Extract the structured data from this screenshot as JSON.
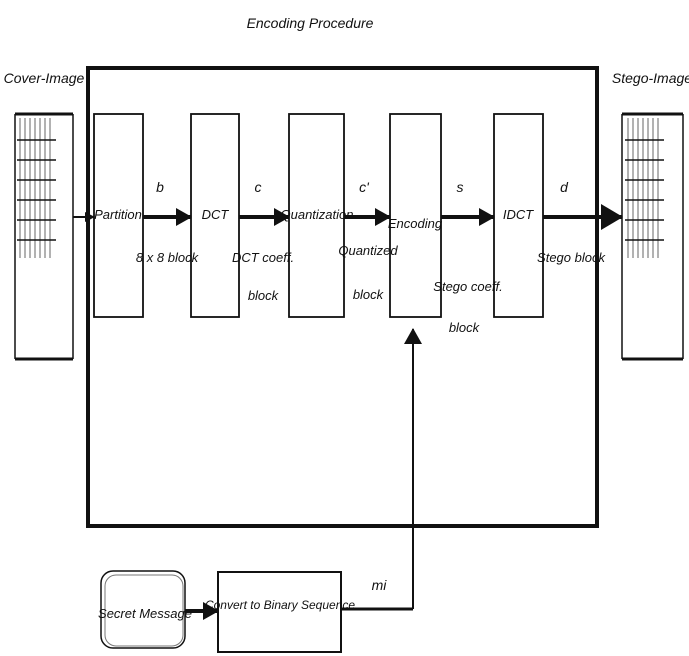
{
  "title": "Encoding Procedure",
  "cover_image_label": "Cover-Image",
  "stego_image_label": "Stego-Image",
  "blocks": {
    "partition": "Partition",
    "dct": "DCT",
    "quantization": "Quantization",
    "encoding": "Encoding",
    "idct": "IDCT"
  },
  "signals": {
    "b": "b",
    "c": "c",
    "c_prime": "c'",
    "s": "s",
    "d": "d",
    "mi": "mi"
  },
  "edge_labels": {
    "block_8x8": "8 x 8 block",
    "dct_coeff_l1": "DCT coeff.",
    "dct_coeff_l2": "block",
    "quantized_l1": "Quantized",
    "quantized_l2": "block",
    "stego_coeff_l1": "Stego coeff.",
    "stego_coeff_l2": "block",
    "stego_block": "Stego block"
  },
  "secret_message": "Secret Message",
  "convert_binary": "Convert to Binary Sequence"
}
